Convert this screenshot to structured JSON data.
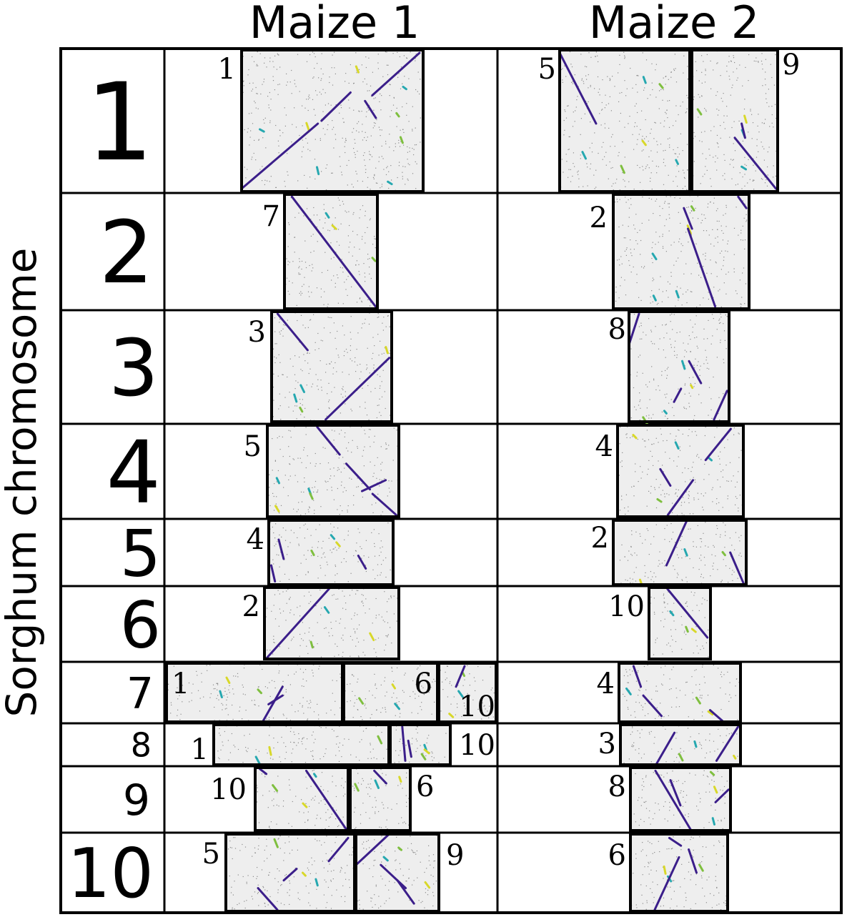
{
  "header": {
    "col1_title": "Maize 1",
    "col2_title": "Maize 2"
  },
  "yaxis": {
    "label": "Sorghum chromosome"
  },
  "colors": {
    "grid": "#000000",
    "panel_background": "#eeeeee",
    "synteny_line": "#3b1e8a",
    "minor_dot_teal": "#26a8b0",
    "minor_dot_green": "#7fbf3f",
    "minor_dot_yellow": "#d8d82a"
  },
  "rows": [
    {
      "label": "1",
      "maize1": [
        "1"
      ],
      "maize2": [
        "5",
        "9"
      ]
    },
    {
      "label": "2",
      "maize1": [
        "7"
      ],
      "maize2": [
        "2"
      ]
    },
    {
      "label": "3",
      "maize1": [
        "3"
      ],
      "maize2": [
        "8"
      ]
    },
    {
      "label": "4",
      "maize1": [
        "5"
      ],
      "maize2": [
        "4"
      ]
    },
    {
      "label": "5",
      "maize1": [
        "4"
      ],
      "maize2": [
        "2"
      ]
    },
    {
      "label": "6",
      "maize1": [
        "2"
      ],
      "maize2": [
        "10"
      ]
    },
    {
      "label": "7",
      "maize1": [
        "1",
        "6",
        "10"
      ],
      "maize2": [
        "4"
      ]
    },
    {
      "label": "8",
      "maize1": [
        "1",
        "10"
      ],
      "maize2": [
        "3"
      ]
    },
    {
      "label": "9",
      "maize1": [
        "10",
        "6"
      ],
      "maize2": [
        "8"
      ]
    },
    {
      "label": "10",
      "maize1": [
        "5",
        "9"
      ],
      "maize2": [
        "6"
      ]
    }
  ]
}
